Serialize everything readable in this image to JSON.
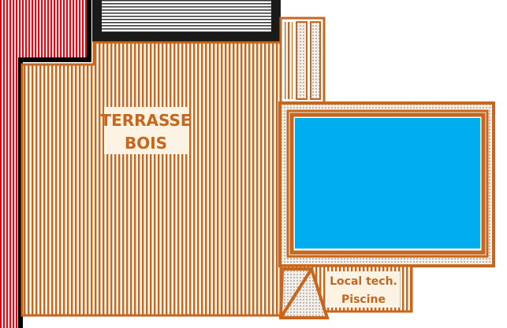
{
  "labels": {
    "terrace_line1": "TERRASSE",
    "terrace_line2": "BOIS",
    "tech_line1": "Local tech.",
    "tech_line2": "Piscine"
  },
  "colors": {
    "wood_orange": "#c8661c",
    "pool_blue": "#00aeef",
    "red_wall": "#e30613",
    "black": "#000000",
    "label_bg": "#fdf3e4"
  }
}
